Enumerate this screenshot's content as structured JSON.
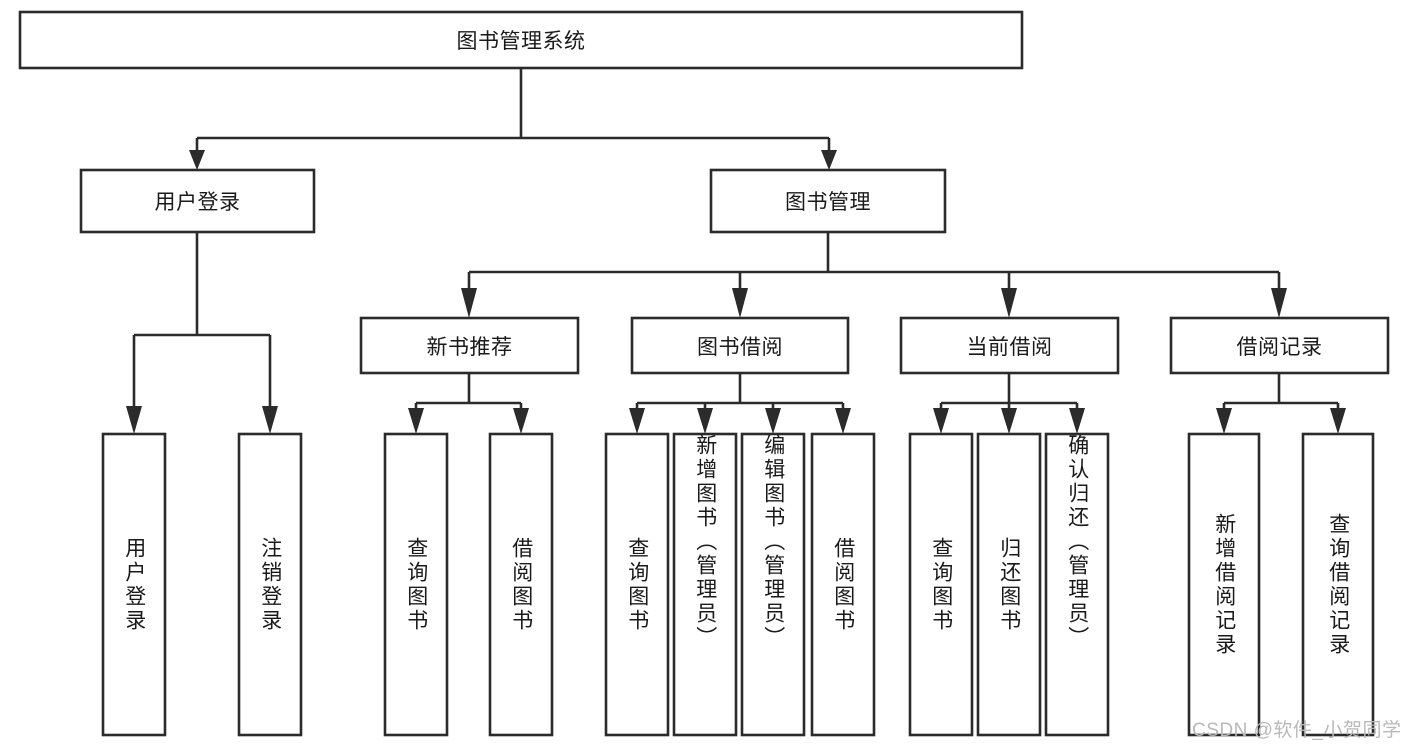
{
  "diagram": {
    "title": "图书管理系统",
    "type": "hierarchical-tree",
    "watermark": "CSDN @软件_小贺同学",
    "colors": {
      "box_stroke": "#2b2b2b",
      "box_fill": "#ffffff",
      "text": "#1a1a1a",
      "background": "#ffffff",
      "watermark": "#b9b9b9"
    },
    "root": {
      "label": "图书管理系统",
      "level": 0
    },
    "level1": [
      {
        "label": "用户登录"
      },
      {
        "label": "图书管理"
      }
    ],
    "level2": [
      {
        "label": "新书推荐",
        "parent": "图书管理"
      },
      {
        "label": "图书借阅",
        "parent": "图书管理"
      },
      {
        "label": "当前借阅",
        "parent": "图书管理"
      },
      {
        "label": "借阅记录",
        "parent": "图书管理"
      }
    ],
    "leaves": {
      "user_login": [
        {
          "label": "用户登录"
        },
        {
          "label": "注销登录"
        }
      ],
      "new_book_recommend": [
        {
          "label": "查询图书"
        },
        {
          "label": "借阅图书"
        }
      ],
      "book_borrow": [
        {
          "label": "查询图书"
        },
        {
          "label": "新增图书（管理员）"
        },
        {
          "label": "编辑图书（管理员）"
        },
        {
          "label": "借阅图书"
        }
      ],
      "current_borrow": [
        {
          "label": "查询图书"
        },
        {
          "label": "归还图书"
        },
        {
          "label": "确认归还（管理员）"
        }
      ],
      "borrow_record": [
        {
          "label": "新增借阅记录"
        },
        {
          "label": "查询借阅记录"
        }
      ]
    }
  }
}
